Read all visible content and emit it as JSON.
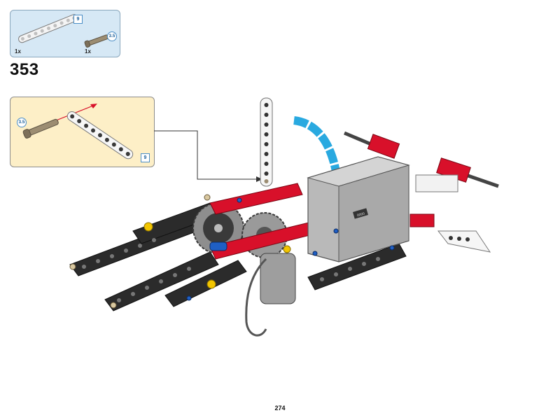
{
  "parts_list": {
    "items": [
      {
        "name": "beam",
        "qty": "1x",
        "length": "9",
        "icon": "white-liftarm-icon"
      },
      {
        "name": "axle-pin",
        "qty": "1x",
        "length": "3.5",
        "icon": "axle-pin-icon"
      }
    ]
  },
  "step": {
    "number": "353"
  },
  "callout": {
    "pin_length": "3.5",
    "beam_length": "9"
  },
  "model": {
    "motor_label": "0000"
  },
  "page": {
    "number": "274"
  },
  "colors": {
    "parts_bg": "#d6e8f5",
    "callout_bg": "#fdefc7",
    "arrow_blue": "#29a9e0",
    "lego_red": "#d8102a",
    "beam_black": "#2b2b2b",
    "motor_gray": "#b9b9b9"
  }
}
